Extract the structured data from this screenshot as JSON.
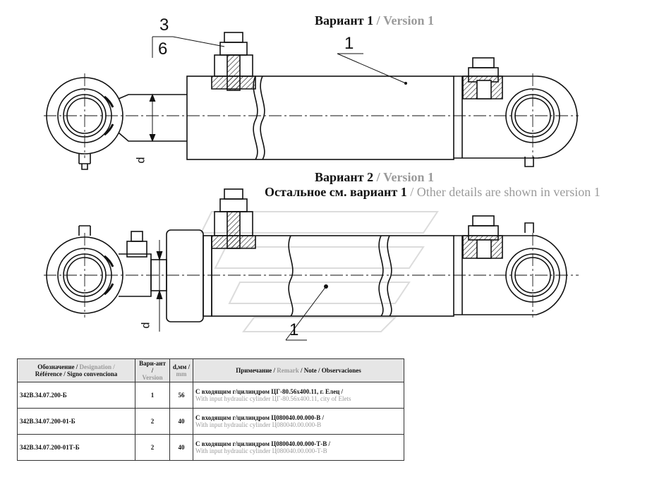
{
  "titles": {
    "version1_ru": "Вариант 1",
    "version1_en": "/ Version 1",
    "version2_ru": "Вариант 2",
    "version2_en": "/ Version 1",
    "other_ru": "Остальное см. вариант 1",
    "other_en": "/ Other details are shown in version 1"
  },
  "callouts": {
    "top_pos": "3",
    "top_qty": "6",
    "v1_part": "1",
    "v2_part": "1"
  },
  "dims": {
    "d_top": "d",
    "d_bottom": "d"
  },
  "table": {
    "headers": {
      "designation_ru": "Обозначение /",
      "designation_en": "Designation /",
      "designation_fr": "Référence / Signo convenciona",
      "variant_ru": "Вари-ант /",
      "variant_en": "Version",
      "d_ru": "d,мм /",
      "d_en": "mm",
      "note_ru": "Примечание /",
      "note_en": "Remark",
      "note_rest": "/ Note / Observaciones"
    },
    "rows": [
      {
        "designation": "342В.34.07.200-Б",
        "variant": "1",
        "d": "56",
        "note_ru": "С входящим г/цилиндром ЦГ-80.56х400.11, г. Елец /",
        "note_en": "With input hydraulic cylinder ЦГ-80.56х400.11, city of Elets"
      },
      {
        "designation": "342В.34.07.200-01-Б",
        "variant": "2",
        "d": "40",
        "note_ru": "С входящим г/цилиндром Ц080040.00.000-В /",
        "note_en": "With input hydraulic cylinder Ц080040.00.000-В"
      },
      {
        "designation": "342В.34.07.200-01Т-Б",
        "variant": "2",
        "d": "40",
        "note_ru": "С входящим г/цилиндром Ц080040.00.000-Т-В /",
        "note_en": "With input hydraulic cylinder Ц080040.00.000-Т-В"
      }
    ]
  }
}
